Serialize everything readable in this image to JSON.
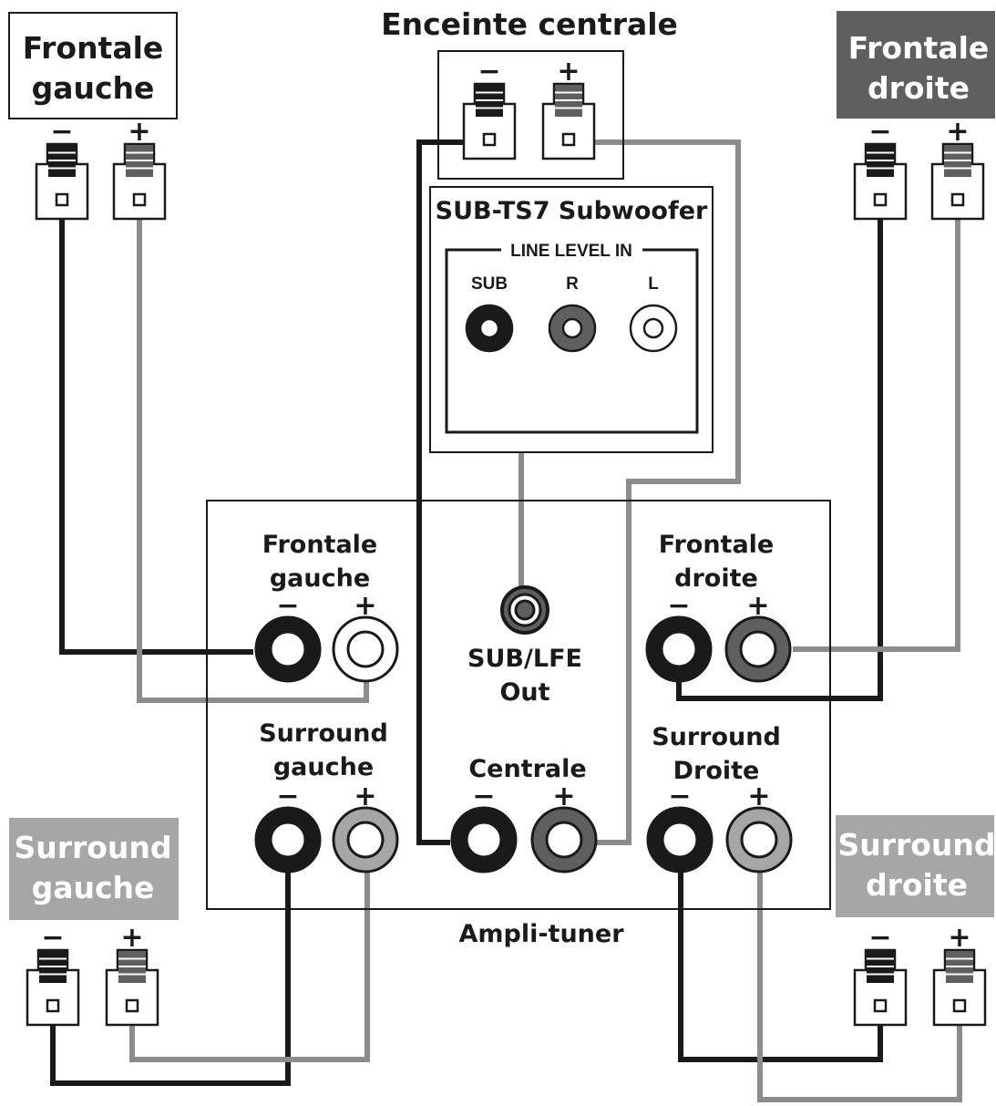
{
  "title": "Enceinte centrale",
  "speakers": {
    "front_left": "Frontale\ngauche",
    "front_right": "Frontale\ndroite",
    "surround_left": "Surround\ngauche",
    "surround_right": "Surround\ndroite"
  },
  "polarity": {
    "minus": "−",
    "plus": "+"
  },
  "subwoofer": {
    "title": "SUB-TS7 Subwoofer",
    "line_level_in": "LINE LEVEL IN",
    "inputs": [
      "SUB",
      "R",
      "L"
    ]
  },
  "receiver": {
    "name": "Ampli-tuner",
    "front_left": "Frontale\ngauche",
    "front_right": "Frontale\ndroite",
    "sub_out": "SUB/LFE\nOut",
    "surround_left": "Surround\ngauche",
    "center": "Centrale",
    "surround_right": "Surround\nDroite"
  },
  "colors": {
    "black": "#1a1a1a",
    "wire_gray": "#8c8c8c",
    "dark_fill": "#5f5f5f",
    "light_fill": "#a6a6a6",
    "white": "#ffffff"
  }
}
